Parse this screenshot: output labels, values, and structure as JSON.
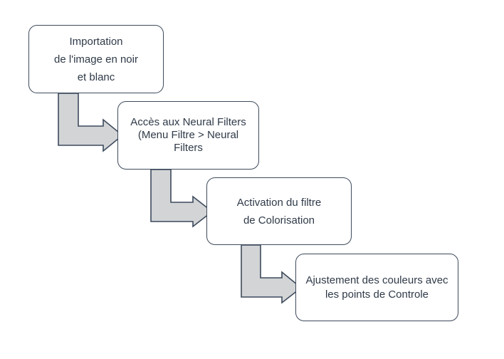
{
  "diagram": {
    "steps": [
      {
        "lines": [
          "Importation",
          "de l'image en noir",
          "et blanc"
        ]
      },
      {
        "lines": [
          "Accès aux Neural Filters",
          "(Menu Filtre > Neural",
          "Filters"
        ]
      },
      {
        "lines": [
          "Activation du filtre",
          "de Colorisation"
        ]
      },
      {
        "lines": [
          "Ajustement des couleurs avec",
          "les points de Controle"
        ]
      }
    ]
  },
  "colors": {
    "box_border": "#3d4a5c",
    "text": "#2f3a48",
    "arrow_fill": "#d2d4d6",
    "arrow_stroke": "#3d4a5c"
  }
}
